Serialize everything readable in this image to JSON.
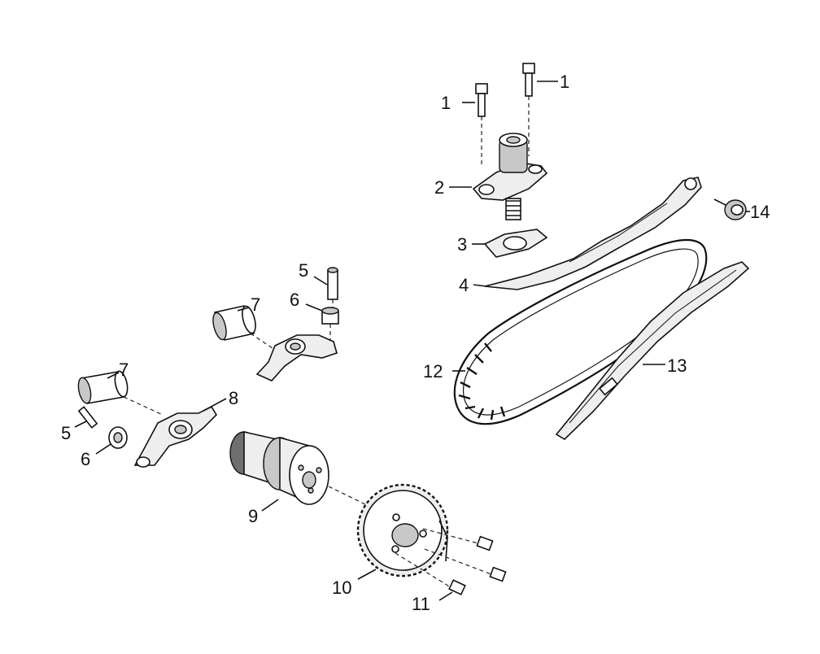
{
  "labels": {
    "bolt_1a": "1",
    "bolt_1b": "1",
    "tensioner_2": "2",
    "gasket_3": "3",
    "tensioner_arm_4": "4",
    "pin_5_upper": "5",
    "pin_5_lower": "5",
    "bushing_6_upper": "6",
    "bushing_6_lower": "6",
    "shaft_7_upper": "7",
    "shaft_7_lower": "7",
    "rocker_arm_8": "8",
    "camshaft_9": "9",
    "sprocket_10": "10",
    "bolt_11": "11",
    "chain_12": "12",
    "guide_13": "13",
    "plug_14": "14"
  }
}
